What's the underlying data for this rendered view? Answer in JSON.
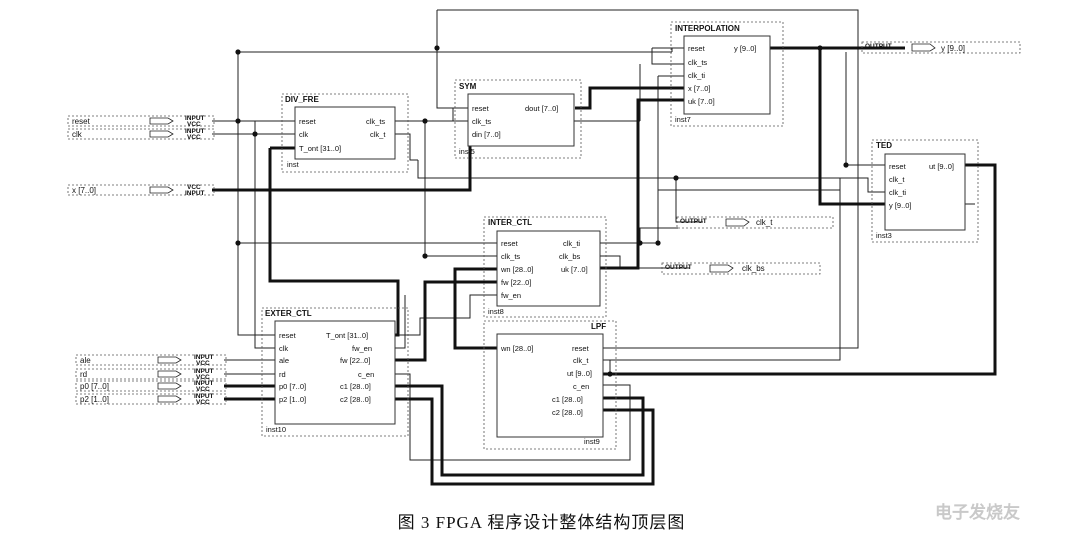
{
  "caption": "图 3   FPGA 程序设计整体结构顶层图",
  "watermark": "电子发烧友",
  "blocks": {
    "div_fre": {
      "title": "DIV_FRE",
      "inst": "inst",
      "pins_left": [
        "reset",
        "clk",
        "T_ont [31..0]"
      ],
      "pins_right": [
        "clk_ts",
        "clk_t"
      ]
    },
    "sym": {
      "title": "SYM",
      "inst": "inst5",
      "pins_left": [
        "reset",
        "clk_ts",
        "din [7..0]"
      ],
      "pins_right": [
        "dout [7..0]"
      ]
    },
    "interpolation": {
      "title": "INTERPOLATION",
      "inst": "inst7",
      "pins_left": [
        "reset",
        "clk_ts",
        "clk_ti",
        "x [7..0]",
        "uk [7..0]"
      ],
      "pins_right": [
        "y [9..0]"
      ]
    },
    "ted": {
      "title": "TED",
      "inst": "inst3",
      "pins_left": [
        "reset",
        "clk_t",
        "clk_ti",
        "y [9..0]"
      ],
      "pins_right": [
        "ut [9..0]"
      ]
    },
    "inter_ctl": {
      "title": "INTER_CTL",
      "inst": "inst8",
      "pins_left": [
        "reset",
        "clk_ts",
        "wn [28..0]",
        "fw [22..0]",
        "fw_en"
      ],
      "pins_right": [
        "clk_ti",
        "clk_bs",
        "uk [7..0]"
      ]
    },
    "exter_ctl": {
      "title": "EXTER_CTL",
      "inst": "inst10",
      "pins_left": [
        "reset",
        "clk",
        "ale",
        "rd",
        "p0 [7..0]",
        "p2 [1..0]"
      ],
      "pins_right": [
        "T_ont [31..0]",
        "fw_en",
        "fw [22..0]",
        "c_en",
        "c1 [28..0]",
        "c2 [28..0]"
      ]
    },
    "lpf": {
      "title": "LPF",
      "inst": "inst9",
      "pins_left": [
        "wn [28..0]"
      ],
      "pins_right": [
        "reset",
        "clk_t",
        "ut [9..0]",
        "c_en",
        "c1 [28..0]",
        "c2 [28..0]"
      ]
    }
  },
  "io_ports": {
    "input_tag": "INPUT",
    "output_tag": "OUTPUT",
    "vcc_tag": "VCC",
    "inputs": [
      "reset",
      "clk",
      "x [7..0]",
      "ale",
      "rd",
      "p0 [7..0]",
      "p2 [1..0]"
    ],
    "outputs": [
      "y [9..0]",
      "clk_t",
      "clk_bs"
    ]
  }
}
